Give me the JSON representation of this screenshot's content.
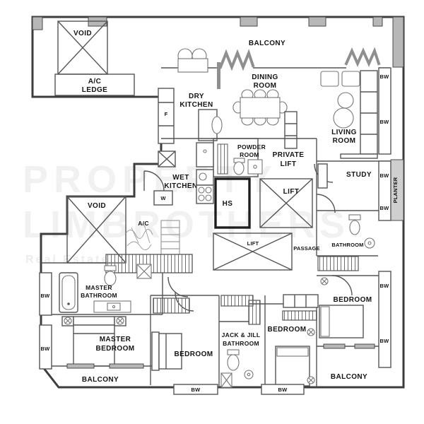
{
  "plan_labels": {
    "void_top": "VOID",
    "ac_ledge_1": "A/C",
    "ac_ledge_2": "LEDGE",
    "balcony_top": "BALCONY",
    "dining_1": "DINING",
    "dining_2": "ROOM",
    "dry_kitchen_1": "DRY",
    "dry_kitchen_2": "KITCHEN",
    "living_1": "LIVING",
    "living_2": "ROOM",
    "wet_kitchen_1": "WET",
    "wet_kitchen_2": "KITCHEN",
    "powder_1": "POWDER",
    "powder_2": "ROOM",
    "private_lift_1": "PRIVATE",
    "private_lift_2": "LIFT",
    "lift_main": "LIFT",
    "lift_service": "LIFT",
    "hs": "HS",
    "study": "STUDY",
    "planter": "PLANTER",
    "bathroom_ensuite": "BATHROOM",
    "passage": "PASSAGE",
    "void_mid": "VOID",
    "ac_unit": "A/C",
    "fridge": "F",
    "washer": "W",
    "master_bath_1": "MASTER",
    "master_bath_2": "BATHROOM",
    "master_bed_1": "MASTER",
    "master_bed_2": "BEDROOM",
    "bedroom_2": "BEDROOM",
    "bedroom_3": "BEDROOM",
    "bedroom_4": "BEDROOM",
    "jack_jill_1": "JACK & JILL",
    "jack_jill_2": "BATHROOM",
    "balcony_bottom_left": "BALCONY",
    "balcony_bottom_right": "BALCONY",
    "bw": "BW"
  },
  "watermark": {
    "line1": "PROPERTY",
    "line2": "LIMBROTHERS",
    "line3": "Real Estate"
  },
  "colors": {
    "wall": "#3d3d3d",
    "band_gray": "#b7b7b7",
    "text": "#141414",
    "background": "#ffffff"
  }
}
